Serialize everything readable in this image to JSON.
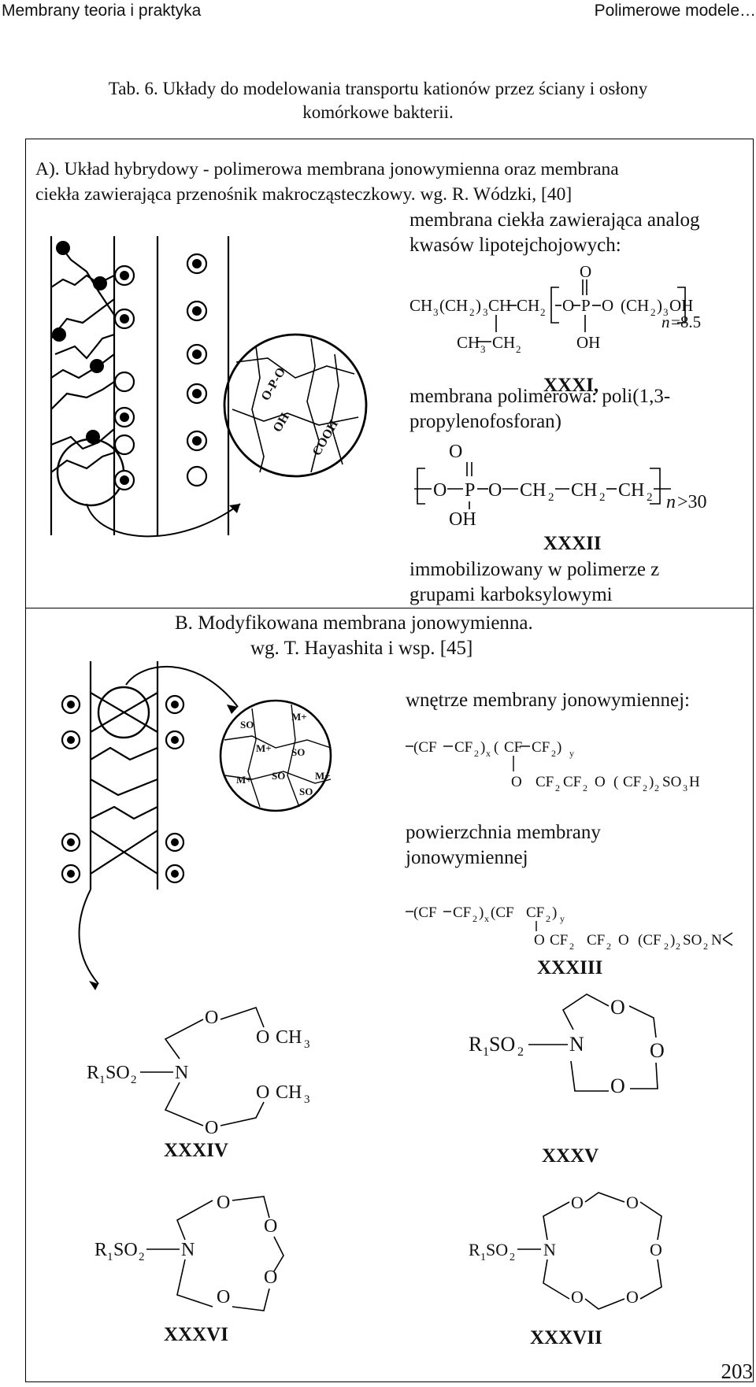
{
  "header": {
    "left": "Membrany teoria i praktyka",
    "right": "Polimerowe modele…"
  },
  "caption": {
    "line1": "Tab. 6. Układy do modelowania transportu kationów przez ściany i osłony",
    "line2": "komórkowe bakterii."
  },
  "sectionA": {
    "title_line1": "A). Układ hybrydowy - polimerowa membrana jonowymienna oraz membrana",
    "title_line2": "ciekła zawierająca przenośnik makrocząsteczkowy. wg. R. Wódzki, [40]",
    "liquid_line1": "membrana ciekła zawierająca analog",
    "liquid_line2": "kwasów lipotejchojowych:",
    "label1": "XXXI,",
    "poly_line1": "membrana polimerowa: poli(1,3-",
    "poly_line2": "propylenofosforan)",
    "label2": "XXXII",
    "immob_line1": "immobilizowany w polimerze z",
    "immob_line2": "grupami karboksylowymi"
  },
  "sectionB": {
    "title_line1": "B. Modyfikowana membrana jonowymienna.",
    "title_line2": "wg. T. Hayashita i wsp. [45]",
    "interior": "wnętrze membrany jonowymiennej:",
    "surface_line1": "powierzchnia membrany",
    "surface_line2": "jonowymiennej",
    "label33": "XXXIII",
    "label34": "XXXIV",
    "label35": "XXXV",
    "label36": "XXXVI",
    "label37": "XXXVII"
  },
  "page_number": "203"
}
